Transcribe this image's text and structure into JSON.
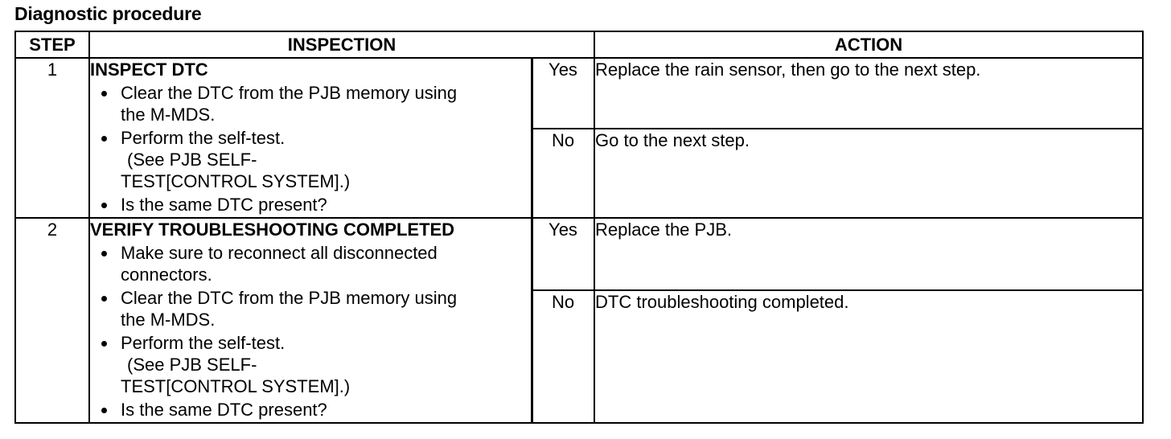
{
  "title": "Diagnostic procedure",
  "headers": {
    "step": "STEP",
    "inspection": "INSPECTION",
    "action": "ACTION"
  },
  "steps": [
    {
      "number": "1",
      "inspection_title": "INSPECT DTC",
      "bullets": [
        {
          "lines": [
            "Clear the DTC from the PJB memory using",
            "the M-MDS."
          ]
        },
        {
          "lines": [
            "Perform the self-test.",
            "(See PJB SELF-",
            "TEST[CONTROL SYSTEM].)"
          ]
        },
        {
          "lines": [
            "Is the same DTC present?"
          ]
        }
      ],
      "yes_label": "Yes",
      "yes_action": "Replace the rain sensor, then go to the next step.",
      "no_label": "No",
      "no_action": "Go to the next step."
    },
    {
      "number": "2",
      "inspection_title": "VERIFY TROUBLESHOOTING COMPLETED",
      "bullets": [
        {
          "lines": [
            "Make sure to reconnect all disconnected",
            "connectors."
          ]
        },
        {
          "lines": [
            "Clear the DTC from the PJB memory using",
            "the M-MDS."
          ]
        },
        {
          "lines": [
            "Perform the self-test.",
            "(See PJB SELF-",
            "TEST[CONTROL SYSTEM].)"
          ]
        },
        {
          "lines": [
            "Is the same DTC present?"
          ]
        }
      ],
      "yes_label": "Yes",
      "yes_action": "Replace the PJB.",
      "no_label": "No",
      "no_action": "DTC troubleshooting completed."
    }
  ]
}
